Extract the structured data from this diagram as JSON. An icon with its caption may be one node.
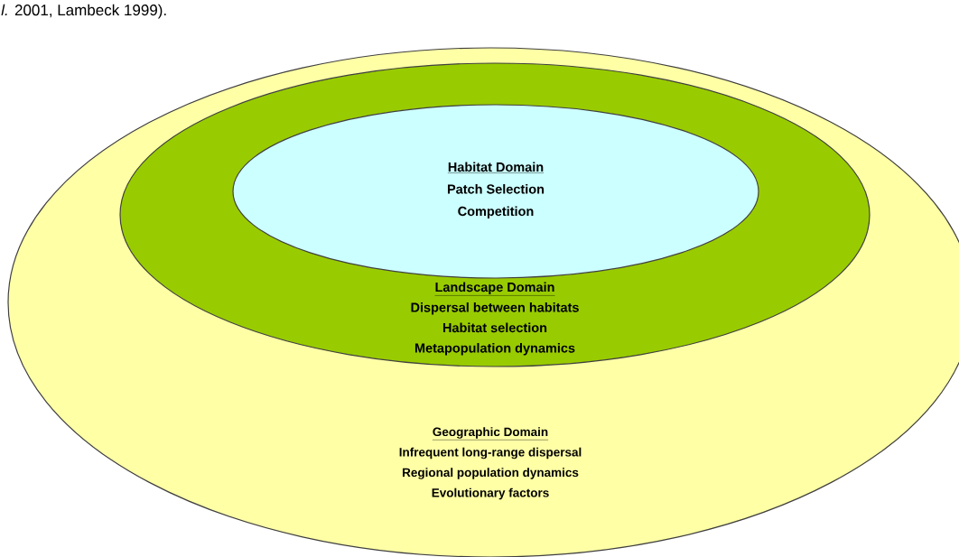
{
  "diagram": {
    "nodes": [
      {
        "text": [
          "Geographic Domain",
          "Infrequent long-range dispersal",
          "Regional population dynamics",
          "Evolutionary factors"
        ]
      },
      {
        "text": [
          "Landscape Domain",
          "Dispersal between habitats",
          "Habitat selection",
          "Metapopulation dynamics"
        ],
        "in": 0
      },
      {
        "text": [
          "Habitat Domain",
          "Patch Selection",
          "Competition"
        ],
        "in": 1
      }
    ],
    "labels": [
      "*l.* 2001, Lambeck 1999)."
    ]
  }
}
